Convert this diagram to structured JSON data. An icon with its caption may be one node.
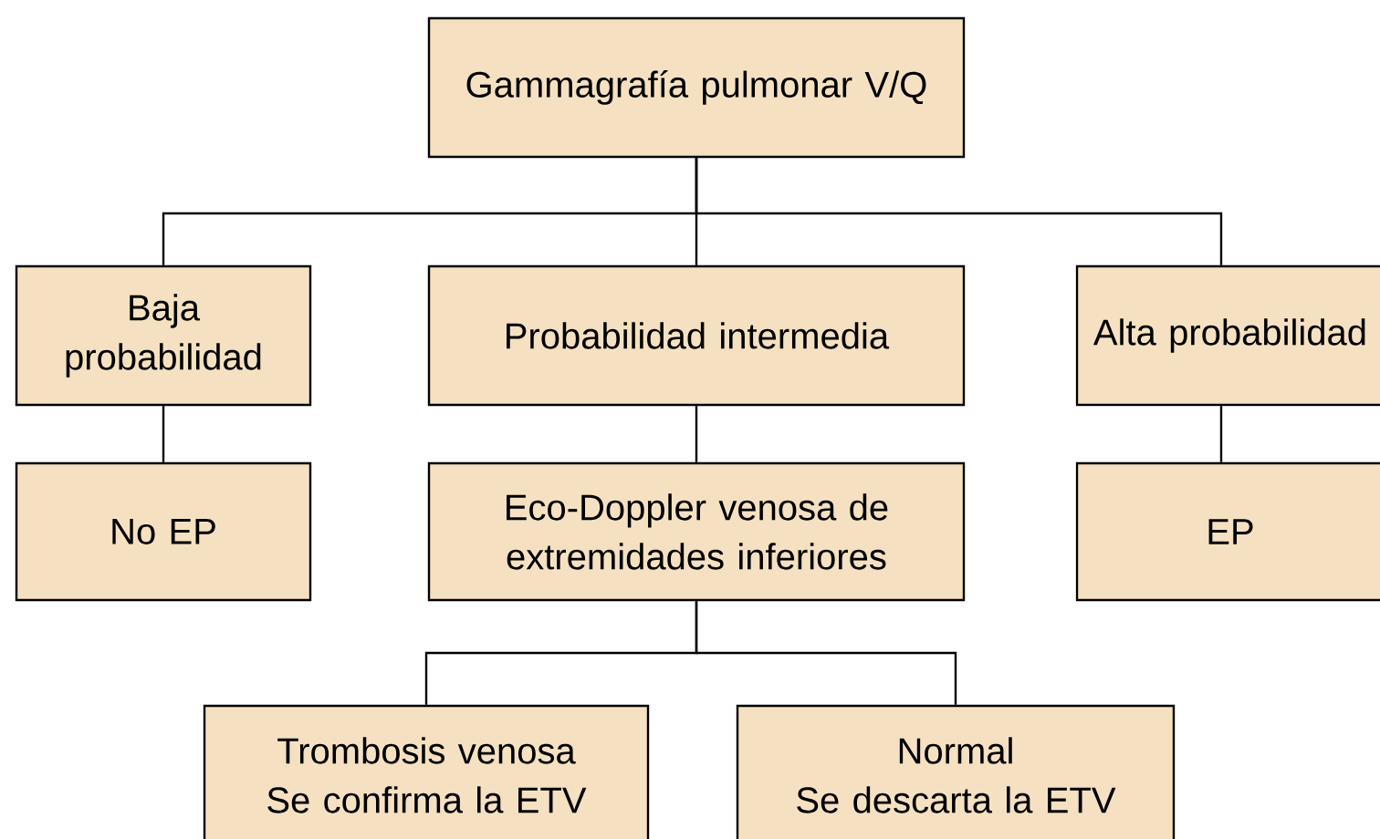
{
  "diagram": {
    "nodes": [
      {
        "text": [
          "Gammagrafía pulmonar V/Q"
        ]
      },
      {
        "text": [
          "Baja probabilidad"
        ]
      },
      {
        "text": [
          "Probabilidad intermedia"
        ]
      },
      {
        "text": [
          "Alta probabilidad"
        ]
      },
      {
        "text": [
          "No EP"
        ]
      },
      {
        "text": [
          "Eco-Doppler venosa de extremidades inferiores"
        ]
      },
      {
        "text": [
          "EP"
        ]
      },
      {
        "text": [
          "Trombosis venosa",
          "Se confirma la ETV"
        ]
      },
      {
        "text": [
          "Normal",
          "Se descarta la ETV"
        ]
      }
    ],
    "edges": [
      {
        "from": 0,
        "to": 1,
        "arrow": "none"
      },
      {
        "from": 0,
        "to": 2,
        "arrow": "none"
      },
      {
        "from": 0,
        "to": 3,
        "arrow": "none"
      },
      {
        "from": 1,
        "to": 4,
        "arrow": "none"
      },
      {
        "from": 2,
        "to": 5,
        "arrow": "none"
      },
      {
        "from": 3,
        "to": 6,
        "arrow": "none"
      },
      {
        "from": 5,
        "to": 7,
        "arrow": "none"
      },
      {
        "from": 5,
        "to": 8,
        "arrow": "none"
      }
    ]
  }
}
